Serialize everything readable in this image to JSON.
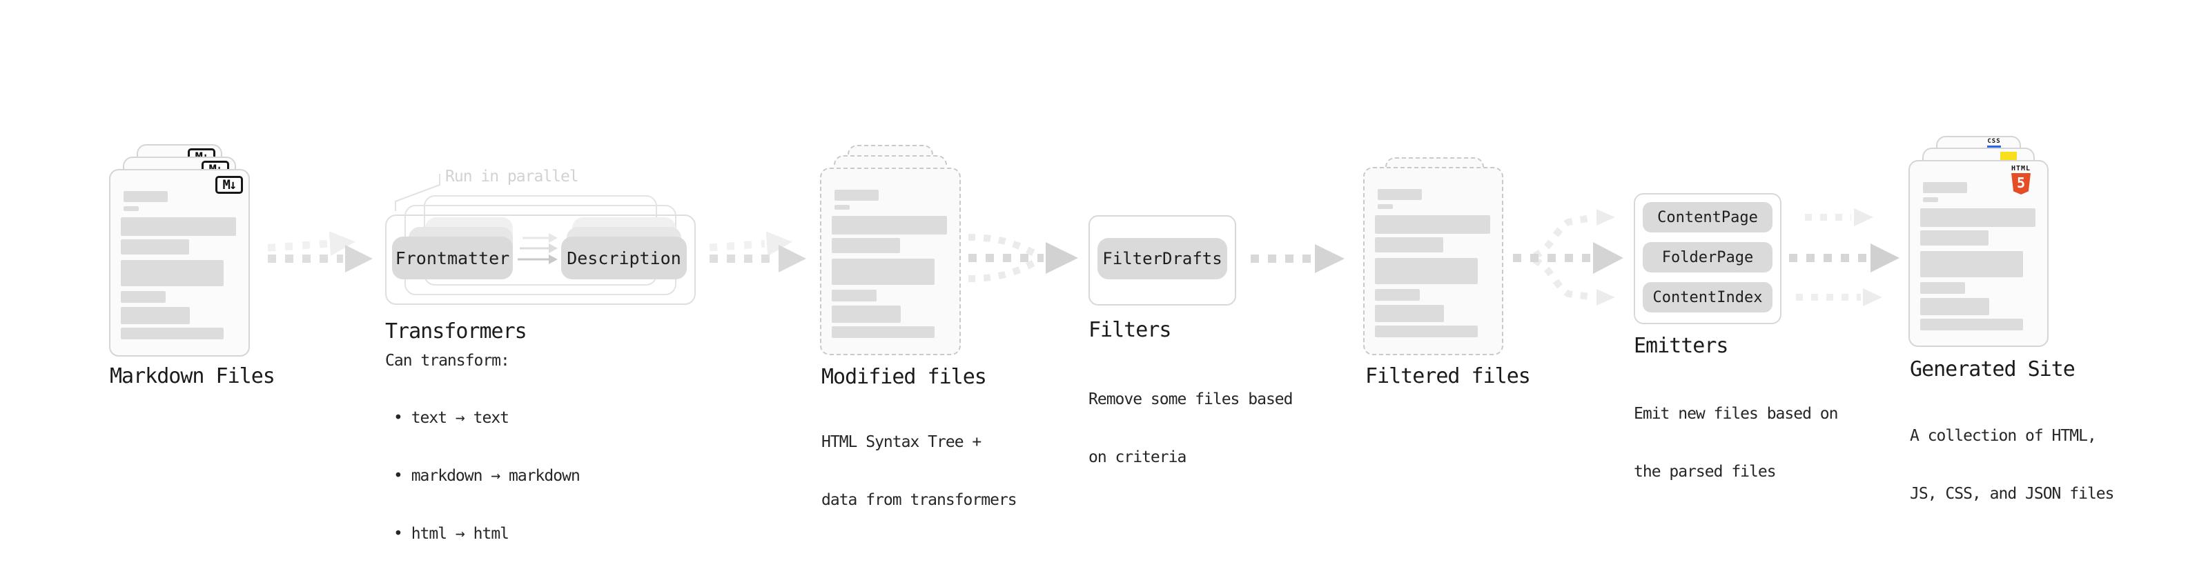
{
  "colors": {
    "html5_orange": "#e44d26",
    "js_yellow": "#f7df1e",
    "css_blue": "#2965f1",
    "pill_gray": "#dadada",
    "text_dark": "#1b1b1b",
    "faint_note": "#d2d2d2"
  },
  "stages": {
    "markdown_files": {
      "label": "Markdown Files",
      "badge": "M↓"
    },
    "transformers": {
      "note": "Run in parallel",
      "pill_left": "Frontmatter",
      "pill_right": "Description",
      "title": "Transformers",
      "desc_heading": "Can transform:",
      "bullets": [
        "• text → text",
        "• markdown → markdown",
        "• html → html"
      ]
    },
    "modified_files": {
      "label": "Modified files",
      "sub_line1": "HTML Syntax Tree +",
      "sub_line2": "data from transformers"
    },
    "filters": {
      "title": "Filters",
      "pill": "FilterDrafts",
      "sub_line1": "Remove some files based",
      "sub_line2": "on criteria"
    },
    "filtered_files": {
      "label": "Filtered files"
    },
    "emitters": {
      "title": "Emitters",
      "pills": [
        "ContentPage",
        "FolderPage",
        "ContentIndex"
      ],
      "sub_line1": "Emit new files based on",
      "sub_line2": "the parsed files"
    },
    "generated_site": {
      "label": "Generated Site",
      "sub_line1": "A collection of HTML,",
      "sub_line2": "JS, CSS, and JSON files",
      "badge_html_label": "HTML",
      "badge_html_number": "5",
      "badge_css_label": "CSS"
    }
  }
}
